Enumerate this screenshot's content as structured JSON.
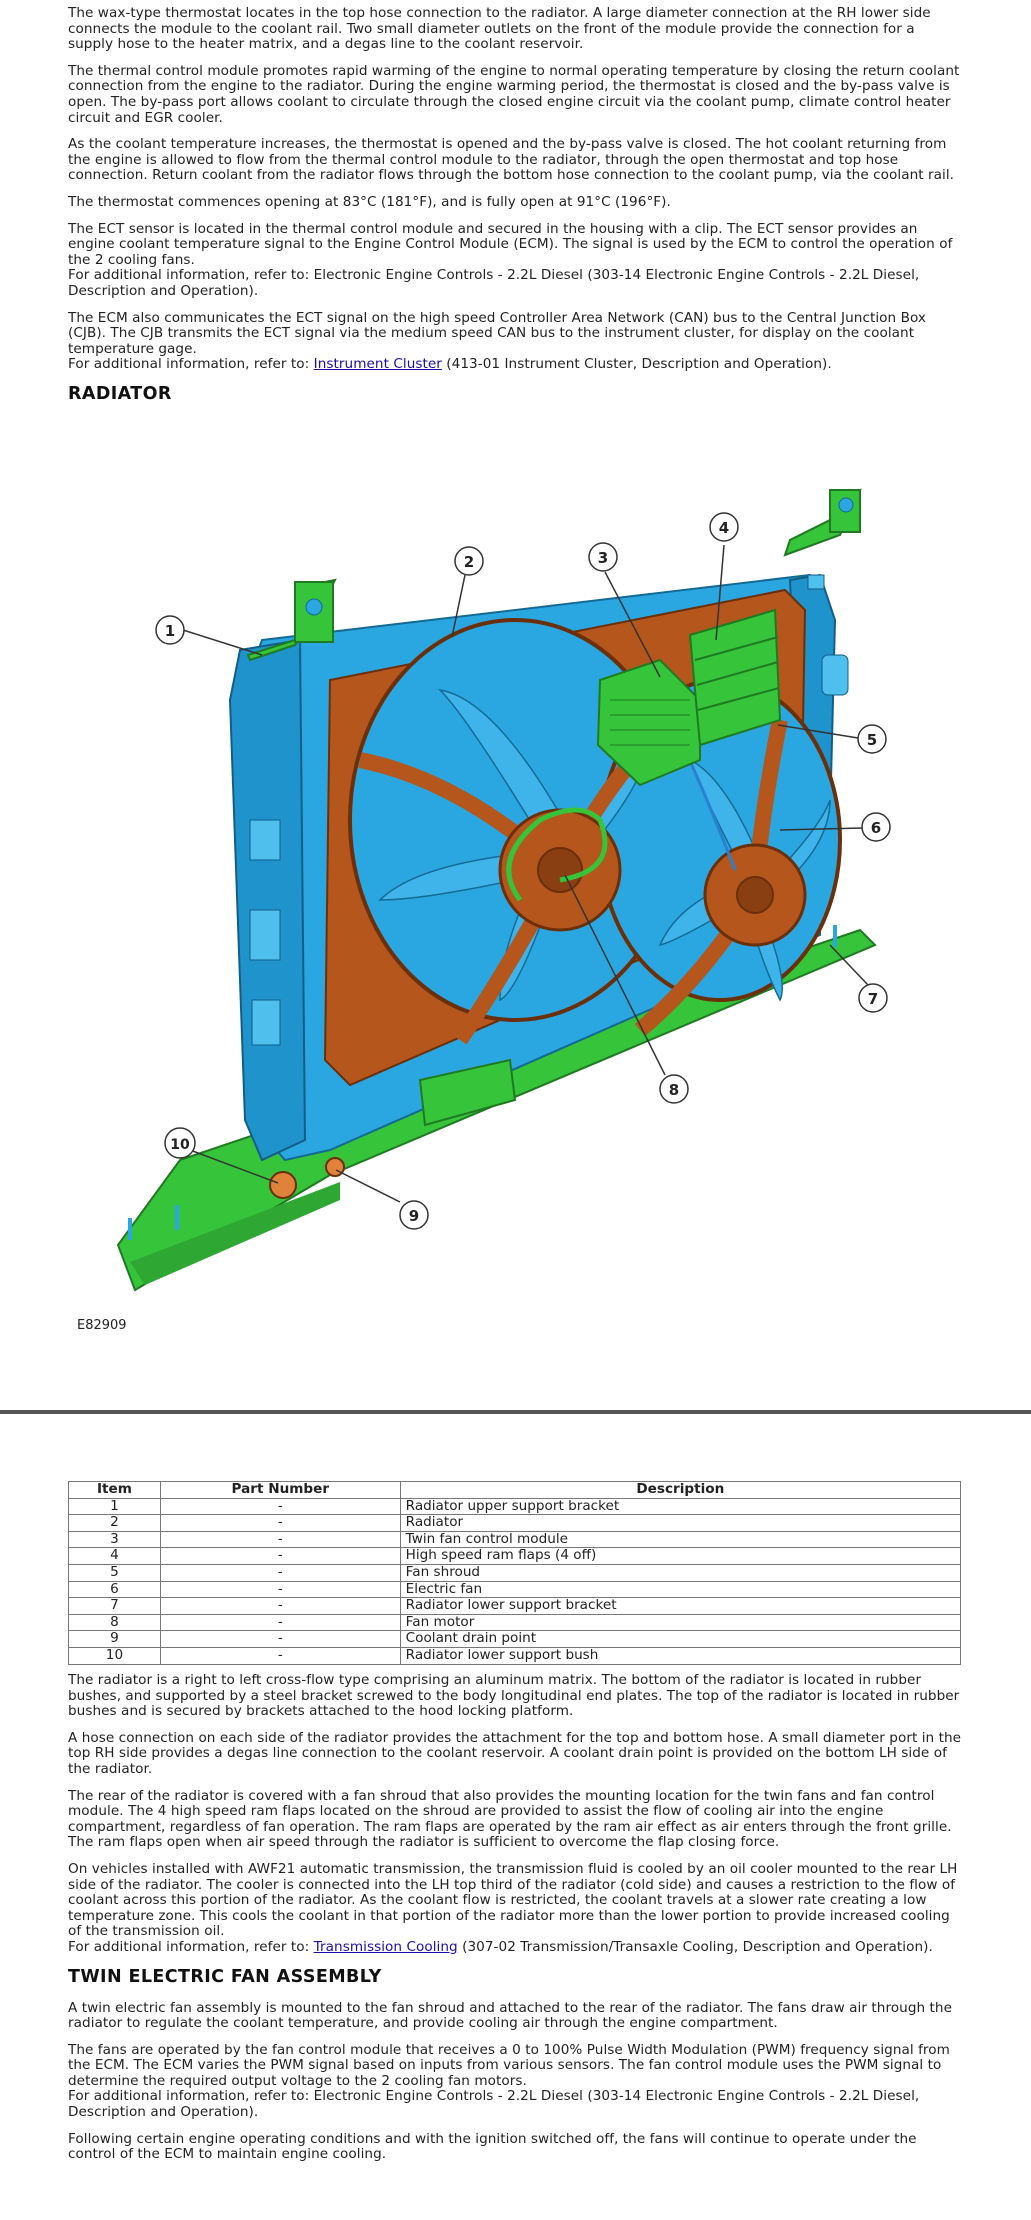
{
  "top_paragraphs": [
    "The wax-type thermostat locates in the top hose connection to the radiator. A large diameter connection at the RH lower side connects the module to the coolant rail. Two small diameter outlets on the front of the module provide the connection for a supply hose to the heater matrix, and a degas line to the coolant reservoir.",
    "The thermal control module promotes rapid warming of the engine to normal operating temperature by closing the return coolant connection from the engine to the radiator. During the engine warming period, the thermostat is closed and the by-pass valve is open. The by-pass port allows coolant to circulate through the closed engine circuit via the coolant pump, climate control heater circuit and EGR cooler.",
    "As the coolant temperature increases, the thermostat is opened and the by-pass valve is closed. The hot coolant returning from the engine is allowed to flow from the thermal control module to the radiator, through the open thermostat and top hose connection. Return coolant from the radiator flows through the bottom hose connection to the coolant pump, via the coolant rail.",
    "The thermostat commences opening at 83°C (181°F), and is fully open at 91°C (196°F)."
  ],
  "ect_paragraph": {
    "text": "The ECT sensor is located in the thermal control module and secured in the housing with a clip. The ECT sensor provides an engine coolant temperature signal to the Engine Control Module (ECM). The signal is used by the ECM to control the operation of the 2 cooling fans.",
    "ref": "For additional information, refer to: Electronic Engine Controls - 2.2L Diesel (303-14 Electronic Engine Controls - 2.2L Diesel, Description and Operation)."
  },
  "can_paragraph": {
    "text": "The ECM also communicates the ECT signal on the high speed Controller Area Network (CAN) bus to the Central Junction Box (CJB). The CJB transmits the ECT signal via the medium speed CAN bus to the instrument cluster, for display on the coolant temperature gage.",
    "ref_prefix": "For additional information, refer to: ",
    "ref_link": "Instrument Cluster",
    "ref_suffix": " (413-01 Instrument Cluster, Description and Operation)."
  },
  "radiator_heading": "RADIATOR",
  "figure": {
    "code": "E82909",
    "callouts": [
      "1",
      "2",
      "3",
      "4",
      "5",
      "6",
      "7",
      "8",
      "9",
      "10"
    ],
    "colors": {
      "frame": "#2aa7e0",
      "shroud": "#b5561c",
      "bracket": "#35c43a",
      "outline": "#333333"
    }
  },
  "table": {
    "headers": [
      "Item",
      "Part Number",
      "Description"
    ],
    "rows": [
      {
        "item": "1",
        "part": "-",
        "desc": "Radiator upper support bracket"
      },
      {
        "item": "2",
        "part": "-",
        "desc": "Radiator"
      },
      {
        "item": "3",
        "part": "-",
        "desc": "Twin fan control module"
      },
      {
        "item": "4",
        "part": "-",
        "desc": "High speed ram flaps (4 off)"
      },
      {
        "item": "5",
        "part": "-",
        "desc": "Fan shroud"
      },
      {
        "item": "6",
        "part": "-",
        "desc": "Electric fan"
      },
      {
        "item": "7",
        "part": "-",
        "desc": "Radiator lower support bracket"
      },
      {
        "item": "8",
        "part": "-",
        "desc": "Fan motor"
      },
      {
        "item": "9",
        "part": "-",
        "desc": "Coolant drain point"
      },
      {
        "item": "10",
        "part": "-",
        "desc": "Radiator lower support bush"
      }
    ]
  },
  "radiator_paragraphs": [
    "The radiator is a right to left cross-flow type comprising an aluminum matrix. The bottom of the radiator is located in rubber bushes, and supported by a steel bracket screwed to the body longitudinal end plates. The top of the radiator is located in rubber bushes and is secured by brackets attached to the hood locking platform.",
    "A hose connection on each side of the radiator provides the attachment for the top and bottom hose. A small diameter port in the top RH side provides a degas line connection to the coolant reservoir. A coolant drain point is provided on the bottom LH side of the radiator.",
    "The rear of the radiator is covered with a fan shroud that also provides the mounting location for the twin fans and fan control module. The 4 high speed ram flaps located on the shroud are provided to assist the flow of cooling air into the engine compartment, regardless of fan operation. The ram flaps are operated by the ram air effect as air enters through the front grille. The ram flaps open when air speed through the radiator is sufficient to overcome the flap closing force."
  ],
  "awf_paragraph": {
    "text": "On vehicles installed with AWF21 automatic transmission, the transmission fluid is cooled by an oil cooler mounted to the rear LH side of the radiator. The cooler is connected into the LH top third of the radiator (cold side) and causes a restriction to the flow of coolant across this portion of the radiator. As the coolant flow is restricted, the coolant travels at a slower rate creating a low temperature zone. This cools the coolant in that portion of the radiator more than the lower portion to provide increased cooling of the transmission oil.",
    "ref_prefix": "For additional information, refer to: ",
    "ref_link": "Transmission Cooling",
    "ref_suffix": " (307-02 Transmission/Transaxle Cooling, Description and Operation)."
  },
  "twin_fan_heading": "TWIN ELECTRIC FAN ASSEMBLY",
  "fan_paragraphs": [
    "A twin electric fan assembly is mounted to the fan shroud and attached to the rear of the radiator. The fans draw air through the radiator to regulate the coolant temperature, and provide cooling air through the engine compartment."
  ],
  "pwm_paragraph": {
    "text": "The fans are operated by the fan control module that receives a 0 to 100% Pulse Width Modulation (PWM) frequency signal from the ECM. The ECM varies the PWM signal based on inputs from various sensors. The fan control module uses the PWM signal to determine the required output voltage to the 2 cooling fan motors.",
    "ref": "For additional information, refer to: Electronic Engine Controls - 2.2L Diesel (303-14 Electronic Engine Controls - 2.2L Diesel, Description and Operation)."
  },
  "last_paragraph": "Following certain engine operating conditions and with the ignition switched off, the fans will continue to operate under the control of the ECM to maintain engine cooling."
}
